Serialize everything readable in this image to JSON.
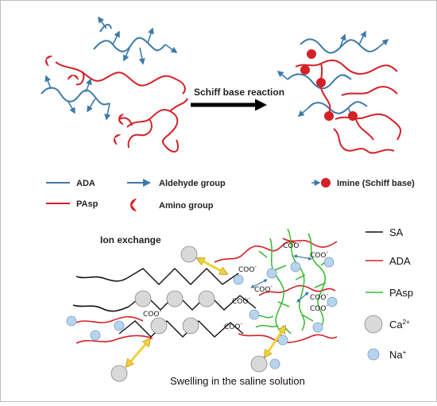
{
  "reaction": {
    "label": "Schiff base reaction"
  },
  "legend_top": {
    "ada": "ADA",
    "pasp": "PAsp",
    "aldehyde": "Aldehyde group",
    "amino": "Amino group",
    "imine": "Imine (Schiff base)"
  },
  "bottom": {
    "ion_exchange": "Ion exchange",
    "swelling": "Swelling in the saline solution",
    "coo_label": "COO",
    "coo_sup": "-",
    "legend": {
      "sa": "SA",
      "ada": "ADA",
      "pasp": "PAsp",
      "ca": "Ca",
      "ca_sup": "2+",
      "na": "Na",
      "na_sup": "+"
    }
  },
  "colors": {
    "ada": "#3c7aa8",
    "pasp": "#d42027",
    "sa": "#111111",
    "pasp_green": "#35b92f",
    "ca_fill": "#d9d9d9",
    "na_fill": "#b7d4ee",
    "arrow_yellow": "#f2d13a"
  }
}
